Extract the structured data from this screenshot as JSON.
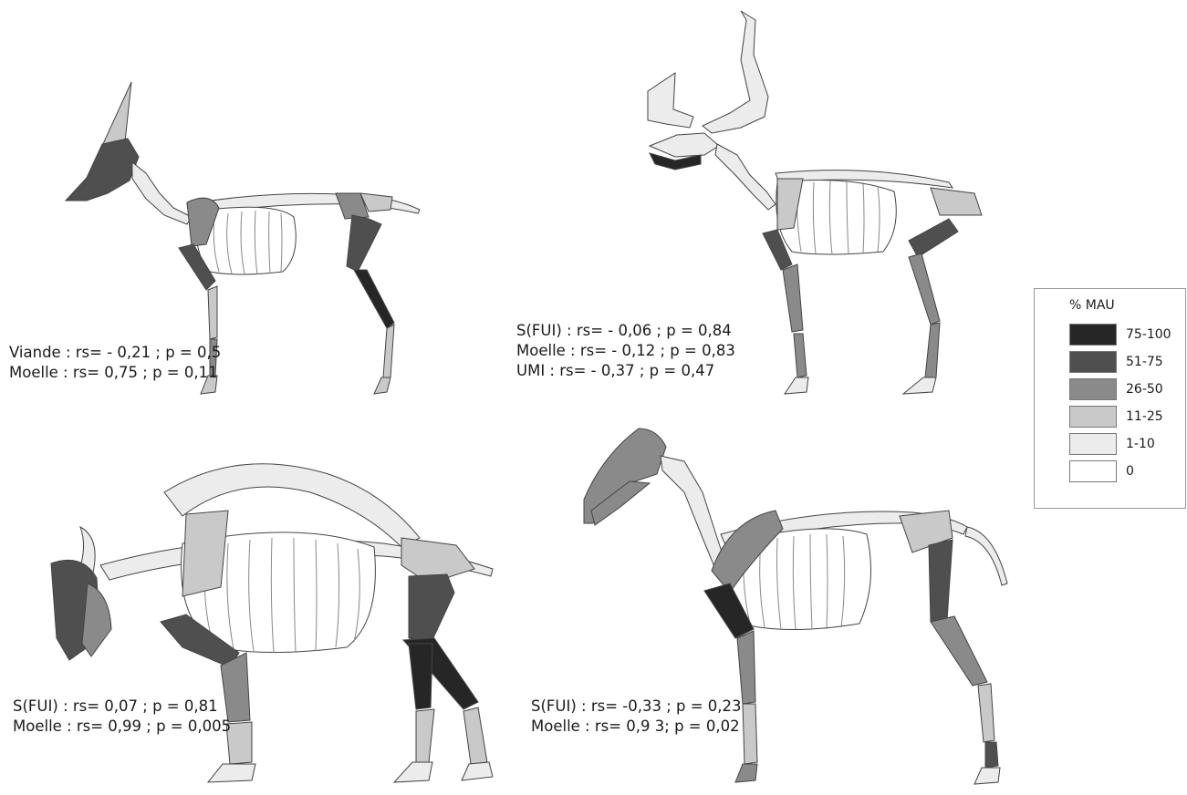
{
  "colors": {
    "c75_100": "#262626",
    "c51_75": "#4f4f4f",
    "c26_50": "#8a8a8a",
    "c11_25": "#c9c9c9",
    "c1_10": "#ececec",
    "c0": "#ffffff",
    "outline": "#444444"
  },
  "legend": {
    "title": "% MAU",
    "items": [
      {
        "label": "75-100",
        "color": "#262626"
      },
      {
        "label": "51-75",
        "color": "#4f4f4f"
      },
      {
        "label": "26-50",
        "color": "#8a8a8a"
      },
      {
        "label": "11-25",
        "color": "#c9c9c9"
      },
      {
        "label": "1-10",
        "color": "#ececec"
      },
      {
        "label": "0",
        "color": "#ffffff"
      }
    ]
  },
  "panels": {
    "saiga": {
      "icon": "saiga-skeleton-icon",
      "lines": [
        "Viande : rs= - 0,21 ; p = 0,5",
        "Moelle : rs= 0,75 ; p = 0,11"
      ]
    },
    "reindeer": {
      "icon": "reindeer-skeleton-icon",
      "lines": [
        "S(FUI) : rs= - 0,06 ; p = 0,84",
        "Moelle : rs= - 0,12 ; p = 0,83",
        "UMI : rs= - 0,37 ; p = 0,47"
      ]
    },
    "bison": {
      "icon": "bison-skeleton-icon",
      "lines": [
        "S(FUI) : rs= 0,07 ; p = 0,81",
        "Moelle : rs= 0,99 ; p = 0,005"
      ]
    },
    "horse": {
      "icon": "horse-skeleton-icon",
      "lines": [
        "S(FUI) : rs= -0,33 ; p = 0,23",
        "Moelle : rs= 0,9 3; p = 0,02"
      ]
    }
  }
}
